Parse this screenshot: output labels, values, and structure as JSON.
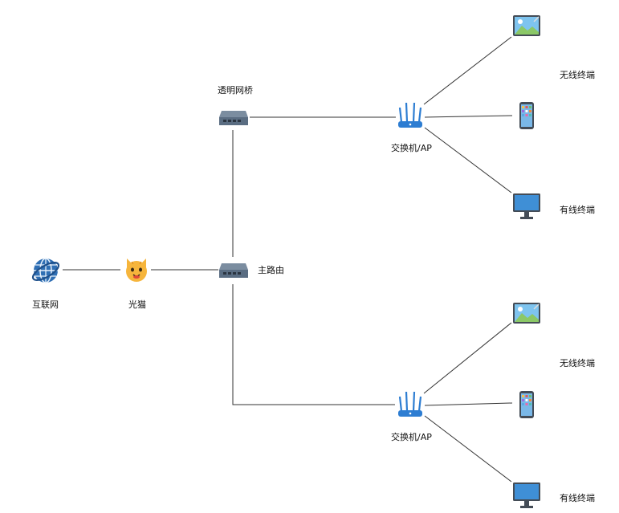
{
  "nodes": {
    "internet": {
      "label": "互联网",
      "icon": "globe-icon"
    },
    "modem": {
      "label": "光猫",
      "icon": "cat-modem-icon"
    },
    "main_router": {
      "label": "主路由",
      "icon": "router-box-icon"
    },
    "bridge": {
      "label": "透明网桥",
      "icon": "router-box-icon"
    },
    "ap_top": {
      "label": "交换机/AP",
      "icon": "wifi-router-icon"
    },
    "ap_bottom": {
      "label": "交换机/AP",
      "icon": "wifi-router-icon"
    },
    "tablet_top": {
      "icon": "tablet-icon"
    },
    "phone_top": {
      "icon": "phone-icon"
    },
    "monitor_top": {
      "icon": "monitor-icon"
    },
    "tablet_bottom": {
      "icon": "tablet-icon"
    },
    "phone_bottom": {
      "icon": "phone-icon"
    },
    "monitor_bottom": {
      "icon": "monitor-icon"
    }
  },
  "group_labels": {
    "wireless_top": "无线终端",
    "wired_top": "有线终端",
    "wireless_bottom": "无线终端",
    "wired_bottom": "有线终端"
  },
  "colors": {
    "line": "#333333",
    "globe": "#2f6fb4",
    "router_body": "#5a6d82",
    "ap_blue": "#2d7dd2",
    "cat": "#f6b53c",
    "screen": "#3f8fd6",
    "device_frame": "#444c56"
  }
}
